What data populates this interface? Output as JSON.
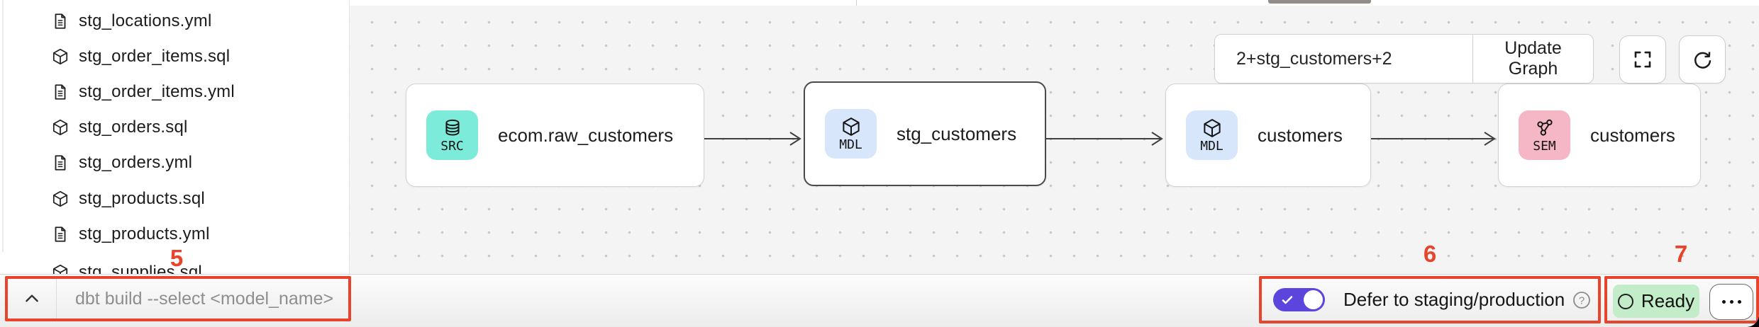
{
  "colors": {
    "annotation_red": "#e8432b",
    "badge_src": "#7debd9",
    "badge_mdl": "#d7e6fb",
    "badge_sem": "#f5b6c5",
    "toggle_on": "#5b45dd",
    "ready_bg": "#c3edc9"
  },
  "sidebar": {
    "files": [
      {
        "name": "stg_locations.yml",
        "type": "yml"
      },
      {
        "name": "stg_order_items.sql",
        "type": "sql"
      },
      {
        "name": "stg_order_items.yml",
        "type": "yml"
      },
      {
        "name": "stg_orders.sql",
        "type": "sql"
      },
      {
        "name": "stg_orders.yml",
        "type": "yml"
      },
      {
        "name": "stg_products.sql",
        "type": "sql"
      },
      {
        "name": "stg_products.yml",
        "type": "yml"
      },
      {
        "name": "stg_supplies.sql",
        "type": "sql"
      }
    ]
  },
  "lineage": {
    "selector_value": "2+stg_customers+2",
    "update_button_label": "Update Graph",
    "nodes": [
      {
        "badge": "SRC",
        "label": "ecom.raw_customers",
        "selected": false
      },
      {
        "badge": "MDL",
        "label": "stg_customers",
        "selected": true
      },
      {
        "badge": "MDL",
        "label": "customers",
        "selected": false
      },
      {
        "badge": "SEM",
        "label": "customers",
        "selected": false
      }
    ]
  },
  "command_bar": {
    "placeholder": "dbt build --select <model_name>"
  },
  "defer_control": {
    "label": "Defer to staging/production",
    "enabled": true
  },
  "status": {
    "label": "Ready"
  },
  "annotations": {
    "n5": "5",
    "n6": "6",
    "n7": "7"
  }
}
